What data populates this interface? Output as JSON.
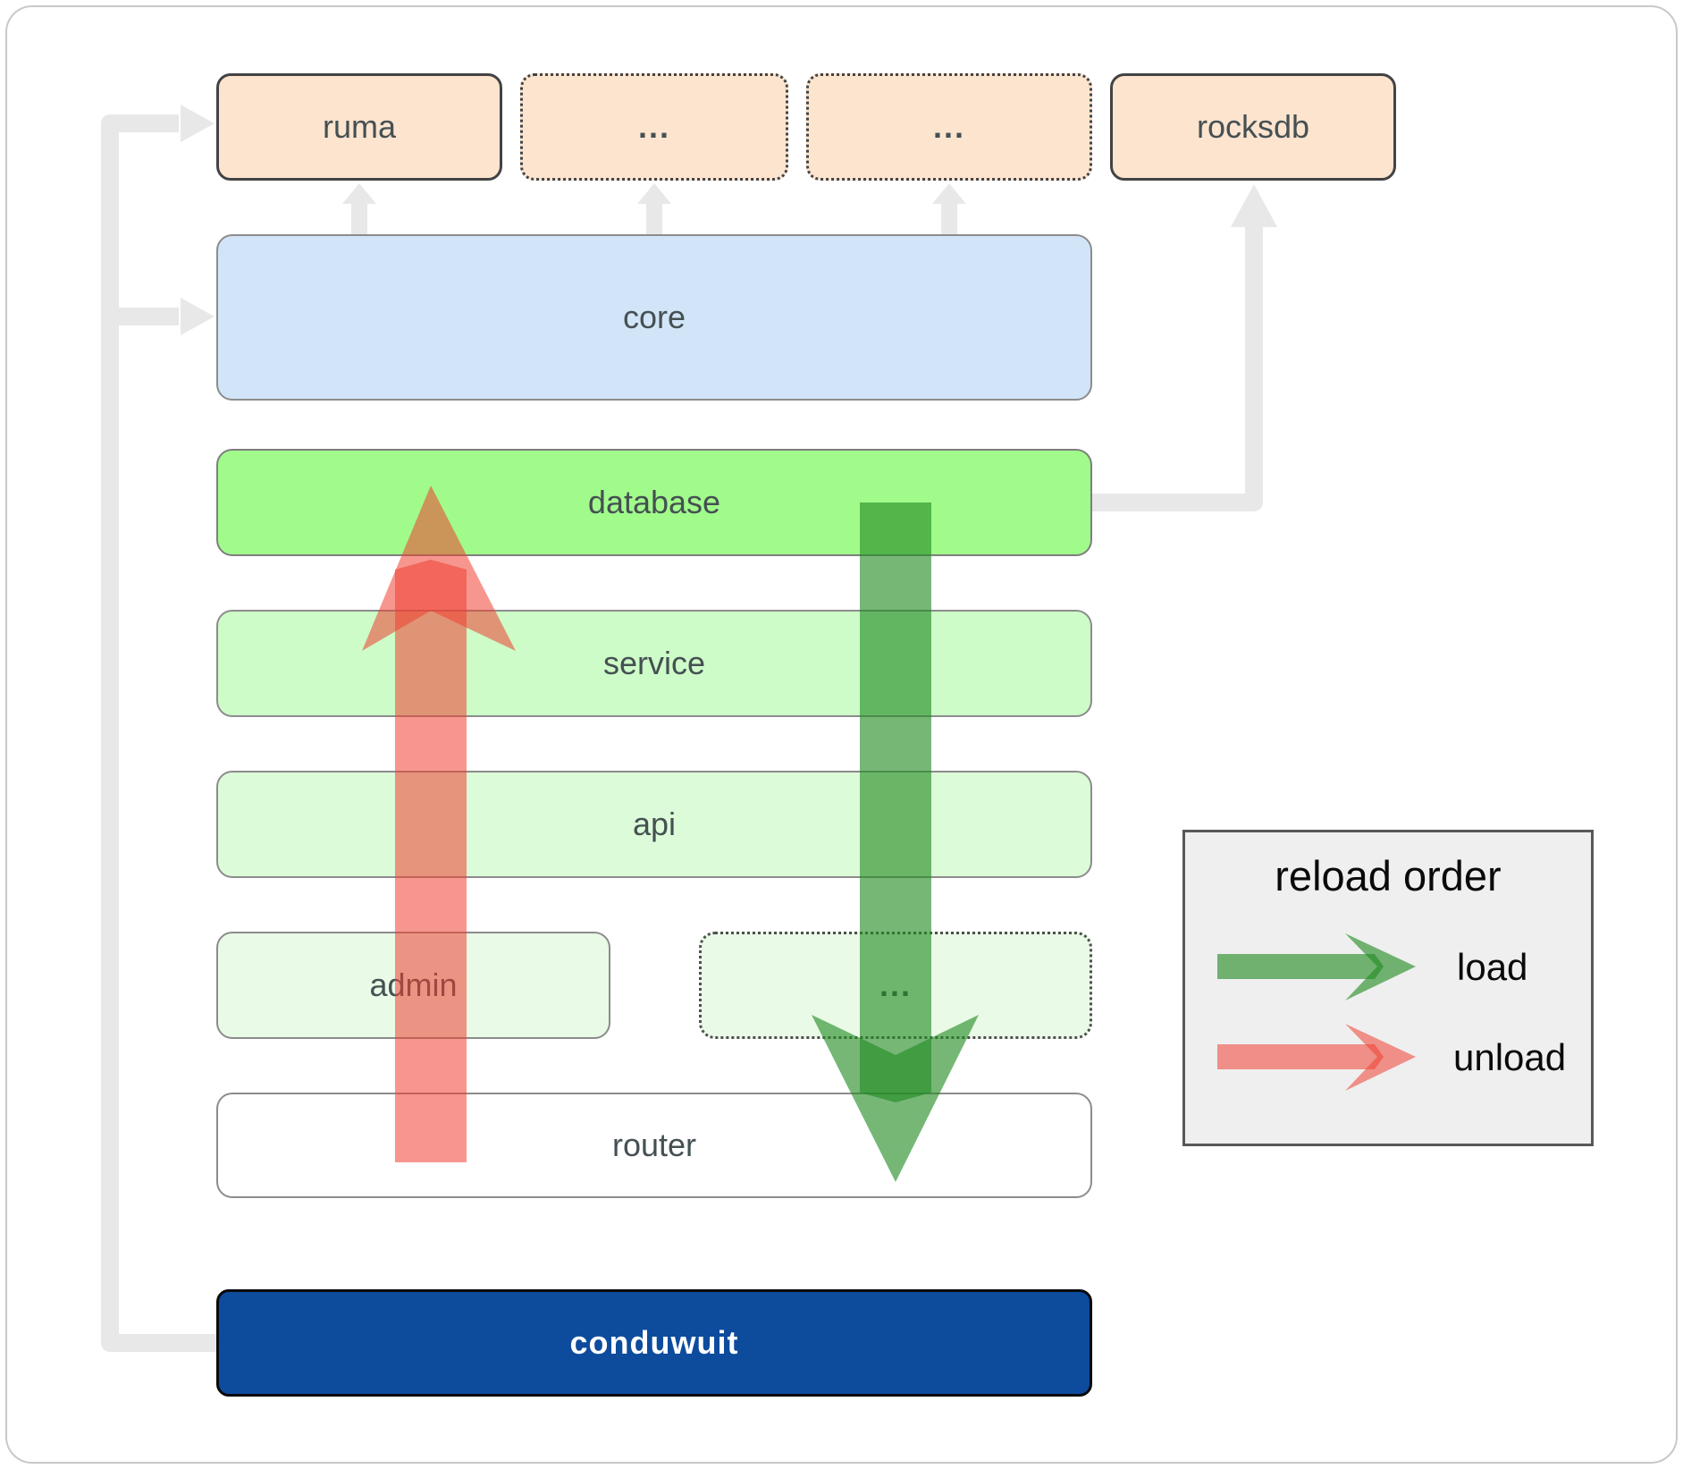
{
  "boxes": {
    "ruma": {
      "label": "ruma"
    },
    "module_a": {
      "label": "..."
    },
    "module_b": {
      "label": "..."
    },
    "rocksdb": {
      "label": "rocksdb"
    },
    "core": {
      "label": "core"
    },
    "database": {
      "label": "database"
    },
    "service": {
      "label": "service"
    },
    "api": {
      "label": "api"
    },
    "admin": {
      "label": "admin"
    },
    "module_c": {
      "label": "..."
    },
    "router": {
      "label": "router"
    },
    "conduwuit": {
      "label": "conduwuit"
    }
  },
  "legend": {
    "title": "reload order",
    "load_label": "load",
    "unload_label": "unload"
  },
  "colors": {
    "load_arrow": "#228b22",
    "unload_arrow": "#ee3f32",
    "connector": "#e8e8e8",
    "module_fill": "#fce4cf",
    "module_border": "#434343",
    "core_fill": "#d2e5f8",
    "database_fill": "#a1fb8b",
    "service_fill": "#cdfcc8",
    "api_fill": "#dcfbd8",
    "admin_fill": "#e9fae7",
    "router_fill": "#ffffff",
    "conduwuit_fill": "#0d4b9d",
    "conduwuit_text": "#ffffff",
    "label_text": "#455052",
    "legend_bg": "#efefef",
    "legend_border": "#58585a",
    "frame_border": "#c9c9c9"
  }
}
